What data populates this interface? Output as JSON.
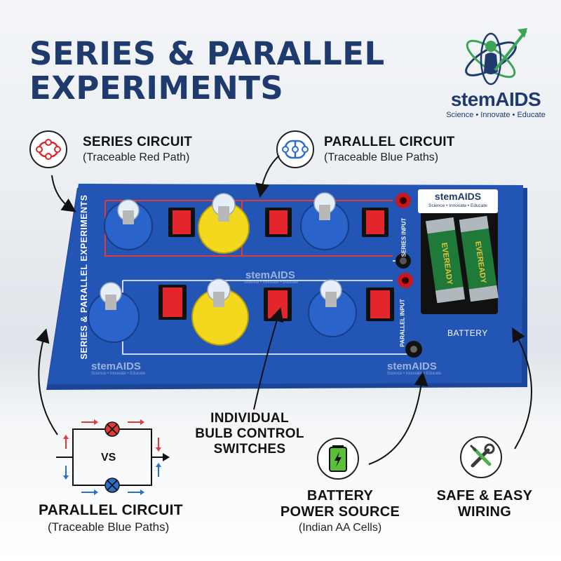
{
  "header": {
    "title_line1": "SERIES & PARALLEL",
    "title_line2": "EXPERIMENTS"
  },
  "brand": {
    "name": "stemAIDS",
    "tagline": "Science • Innovate • Educate",
    "colors": {
      "navy": "#1f3a6d",
      "green": "#3aa655"
    }
  },
  "callouts": {
    "series": {
      "title": "SERIES CIRCUIT",
      "subtitle": "(Traceable Red Path)",
      "icon": "series-loop-icon"
    },
    "parallel_top": {
      "title": "PARALLEL CIRCUIT",
      "subtitle": "(Traceable Blue Paths)",
      "icon": "parallel-loop-icon"
    },
    "parallel_bottom": {
      "title": "PARALLEL CIRCUIT",
      "subtitle": "(Traceable Blue Paths)"
    },
    "switches": {
      "line1": "INDIVIDUAL",
      "line2": "BULB CONTROL",
      "line3": "SWITCHES"
    },
    "battery": {
      "line1": "BATTERY",
      "line2": "POWER SOURCE",
      "subtitle": "(Indian AA Cells)",
      "icon": "battery-icon"
    },
    "safe": {
      "line1": "SAFE & EASY",
      "line2": "WIRING",
      "icon": "wrench-screwdriver-icon"
    }
  },
  "diagram": {
    "vs_label": "VS"
  },
  "board": {
    "side_label": "SERIES & PARALLEL EXPERIMENTS",
    "series_input": "SERIES INPUT",
    "parallel_input": "PARALLEL INPUT",
    "battery_label": "BATTERY",
    "badge_name": "stemAIDS",
    "badge_tagline": "Science • Innovate • Educate",
    "watermark": "stemAIDS",
    "watermark_tagline": "Science • Innovate • Educate",
    "cell_brand": "EVEREADY",
    "colors": {
      "board": "#2355b4",
      "switch": "#e3262b",
      "holder_blue": "#2a63c9",
      "holder_yellow": "#f4d81e"
    }
  }
}
